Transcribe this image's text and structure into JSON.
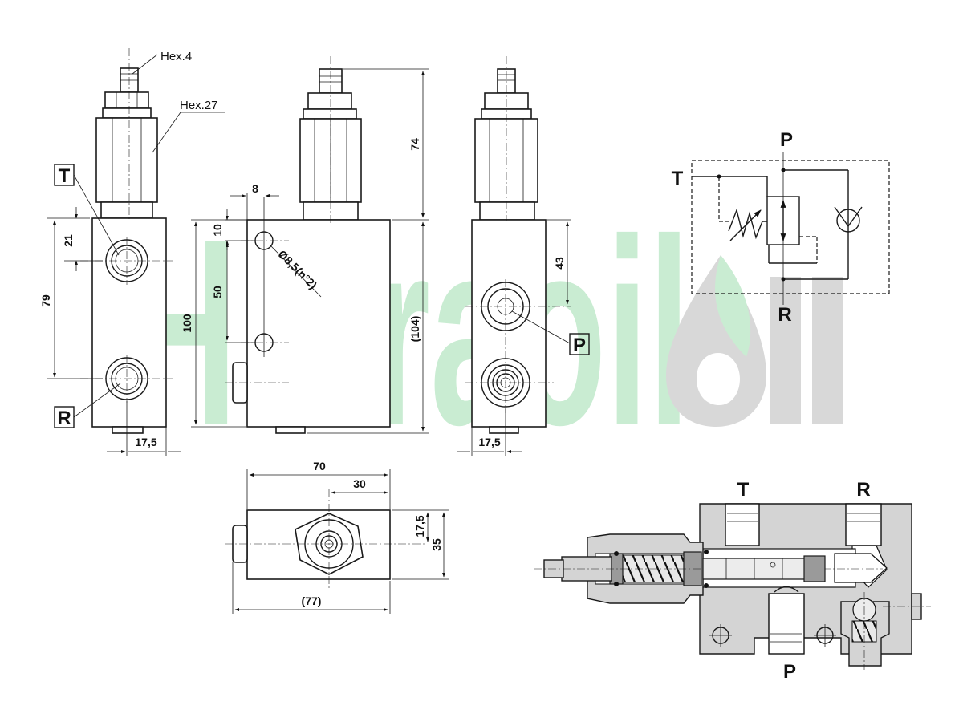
{
  "watermark": {
    "text": "Hidraoil",
    "text_color": "#c9ecd2",
    "letter_color": "#d6d6d6"
  },
  "callouts": {
    "hex_small": "Hex.4",
    "hex_large": "Hex.27",
    "hole": "Ø8,5(n°2)"
  },
  "ports": {
    "t": "T",
    "r": "R",
    "p": "P"
  },
  "dimensions": {
    "d74": "74",
    "d8": "8",
    "d10": "10",
    "d21": "21",
    "d50": "50",
    "d79": "79",
    "d100": "100",
    "d104": "(104)",
    "d43": "43",
    "d17_5_left": "17,5",
    "d17_5_right": "17,5",
    "d70": "70",
    "d30": "30",
    "d17_5_top": "17,5",
    "d35": "35",
    "d77": "(77)"
  },
  "symbol_ports": {
    "p": "P",
    "t": "T",
    "r": "R"
  },
  "section_ports": {
    "t": "T",
    "r": "R",
    "p": "P"
  }
}
